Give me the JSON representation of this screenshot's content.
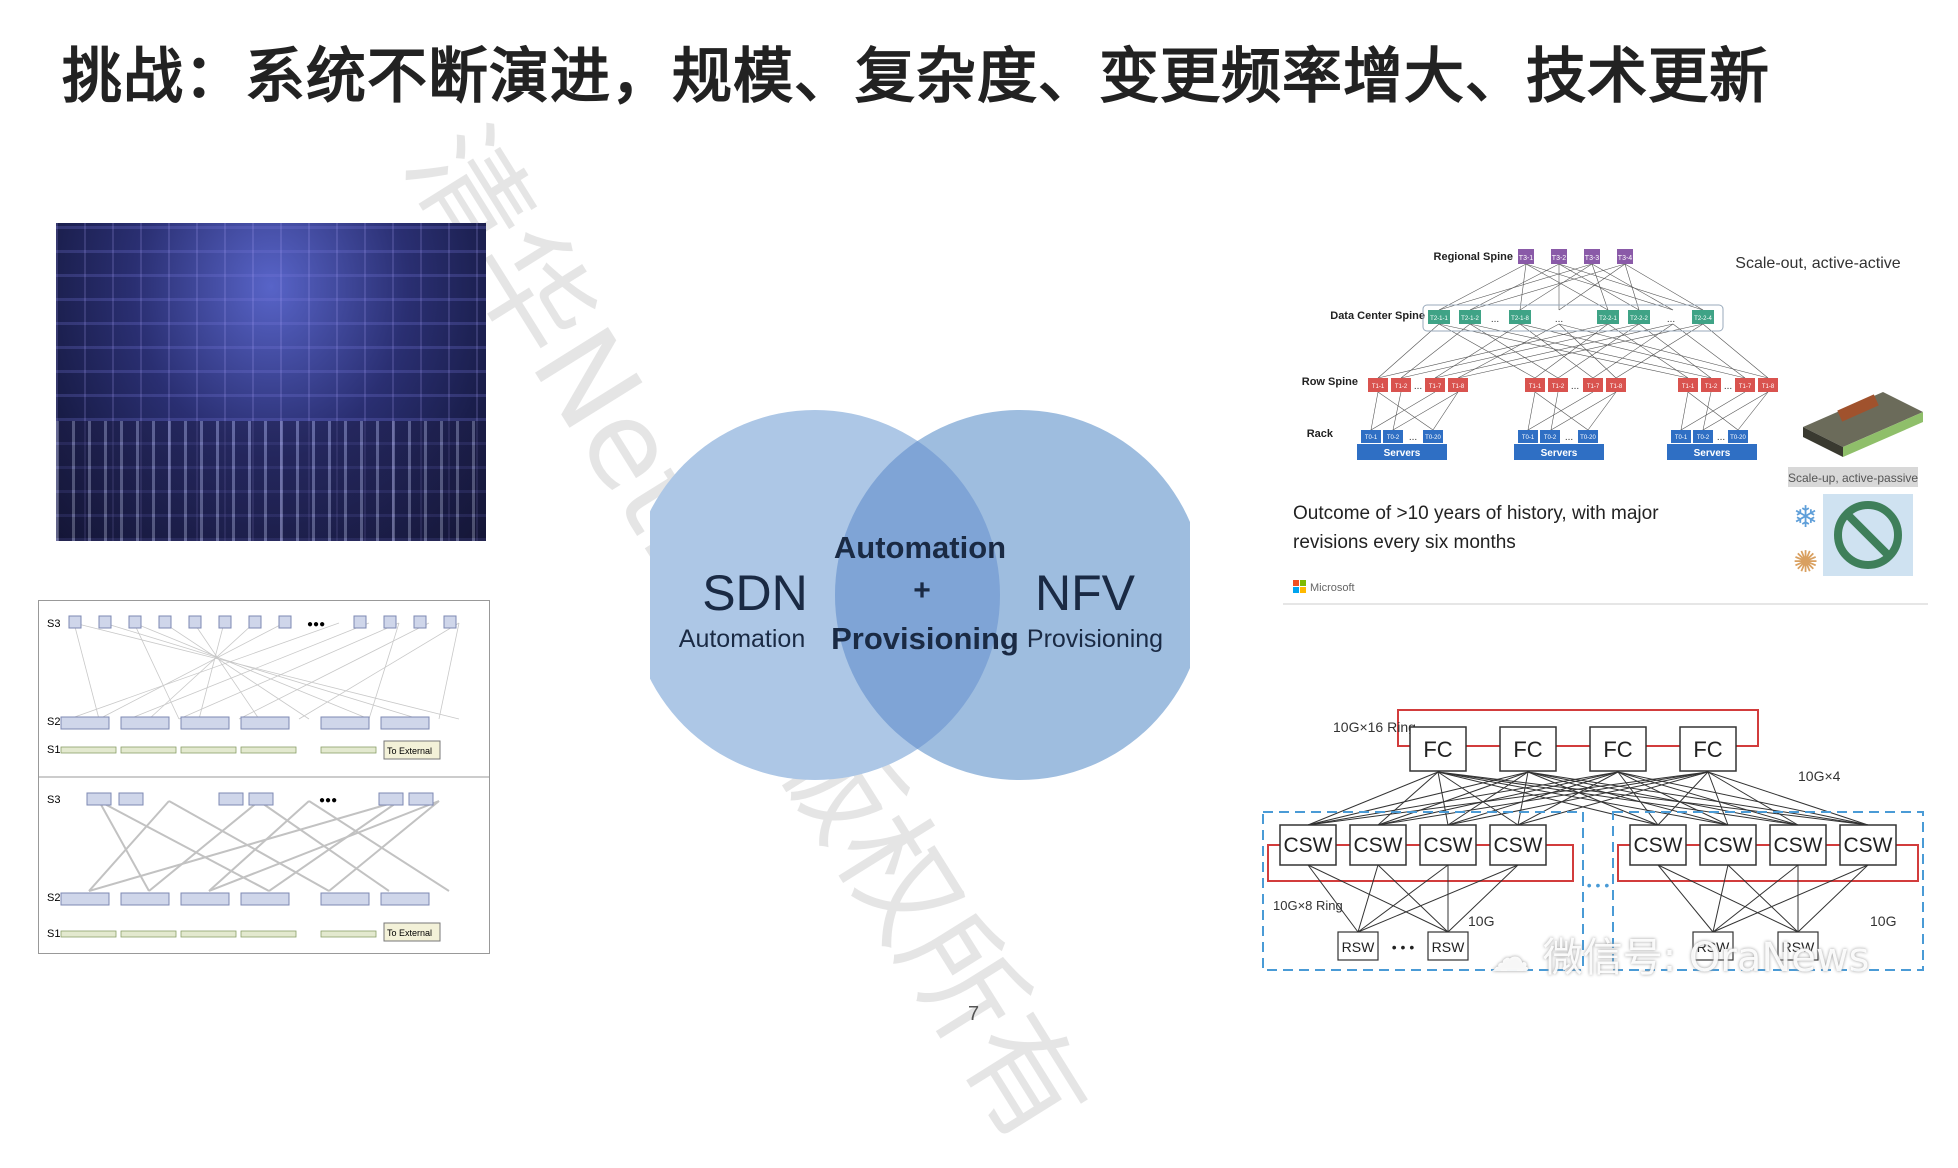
{
  "slide": {
    "title": "挑战：系统不断演进，规模、复杂度、变更频率增大、技术更新",
    "page_number": "7",
    "watermark": "清华NetMan版权所有",
    "wechat_mark": "微信号: OraNews"
  },
  "venn": {
    "left_title": "SDN",
    "left_sub": "Automation",
    "right_title": "NFV",
    "right_sub": "Provisioning",
    "center_line1": "Automation",
    "center_line2": "+",
    "center_line3": "Provisioning",
    "colors": {
      "left": "#adc7e6",
      "right": "#9ebddf",
      "overlap": "#7fa4d6",
      "text": "#1a2a44"
    }
  },
  "topology_left": {
    "top": {
      "s3": "S3",
      "s2": "S2",
      "s1": "S1",
      "ext": "To External",
      "dots": "●●●"
    },
    "bottom": {
      "s3": "S3",
      "s2": "S2",
      "s1": "S1",
      "ext": "To External",
      "dots": "●●●"
    }
  },
  "topology_ms": {
    "header_note": "Scale-out, active-active",
    "regional_spine": "Regional Spine",
    "dc_spine": "Data Center Spine",
    "row_spine": "Row Spine",
    "rack": "Rack",
    "servers": "Servers",
    "t3": [
      "T3-1",
      "T3-2",
      "T3-3",
      "T3-4"
    ],
    "t2": [
      "T2-1-1",
      "T2-1-2",
      "...",
      "T2-1-8",
      "...",
      "T2-2-1",
      "T2-2-2",
      "...",
      "T2-2-4"
    ],
    "t1": [
      "T1-1",
      "T1-2",
      "...",
      "T1-7",
      "T1-8"
    ],
    "t0": [
      "T0-1",
      "T0-2",
      "...",
      "T0-20"
    ],
    "outcome_line1": "Outcome of >10 years of history, with major",
    "outcome_line2": "revisions every six months",
    "scale_up": "Scale-up, active-passive",
    "brand": "Microsoft",
    "colors": {
      "t3": "#8a5aa8",
      "t2": "#3fa386",
      "t1": "#d9534f",
      "t0": "#2f6fc4",
      "servers": "#2f6fc4"
    }
  },
  "topology_fb": {
    "ring16": "10G×16 Ring",
    "x4": "10G×4",
    "ring8": "10G×8 Ring",
    "g10": "10G",
    "fc": "FC",
    "csw": "CSW",
    "rsw": "RSW",
    "dots": "• • •"
  }
}
